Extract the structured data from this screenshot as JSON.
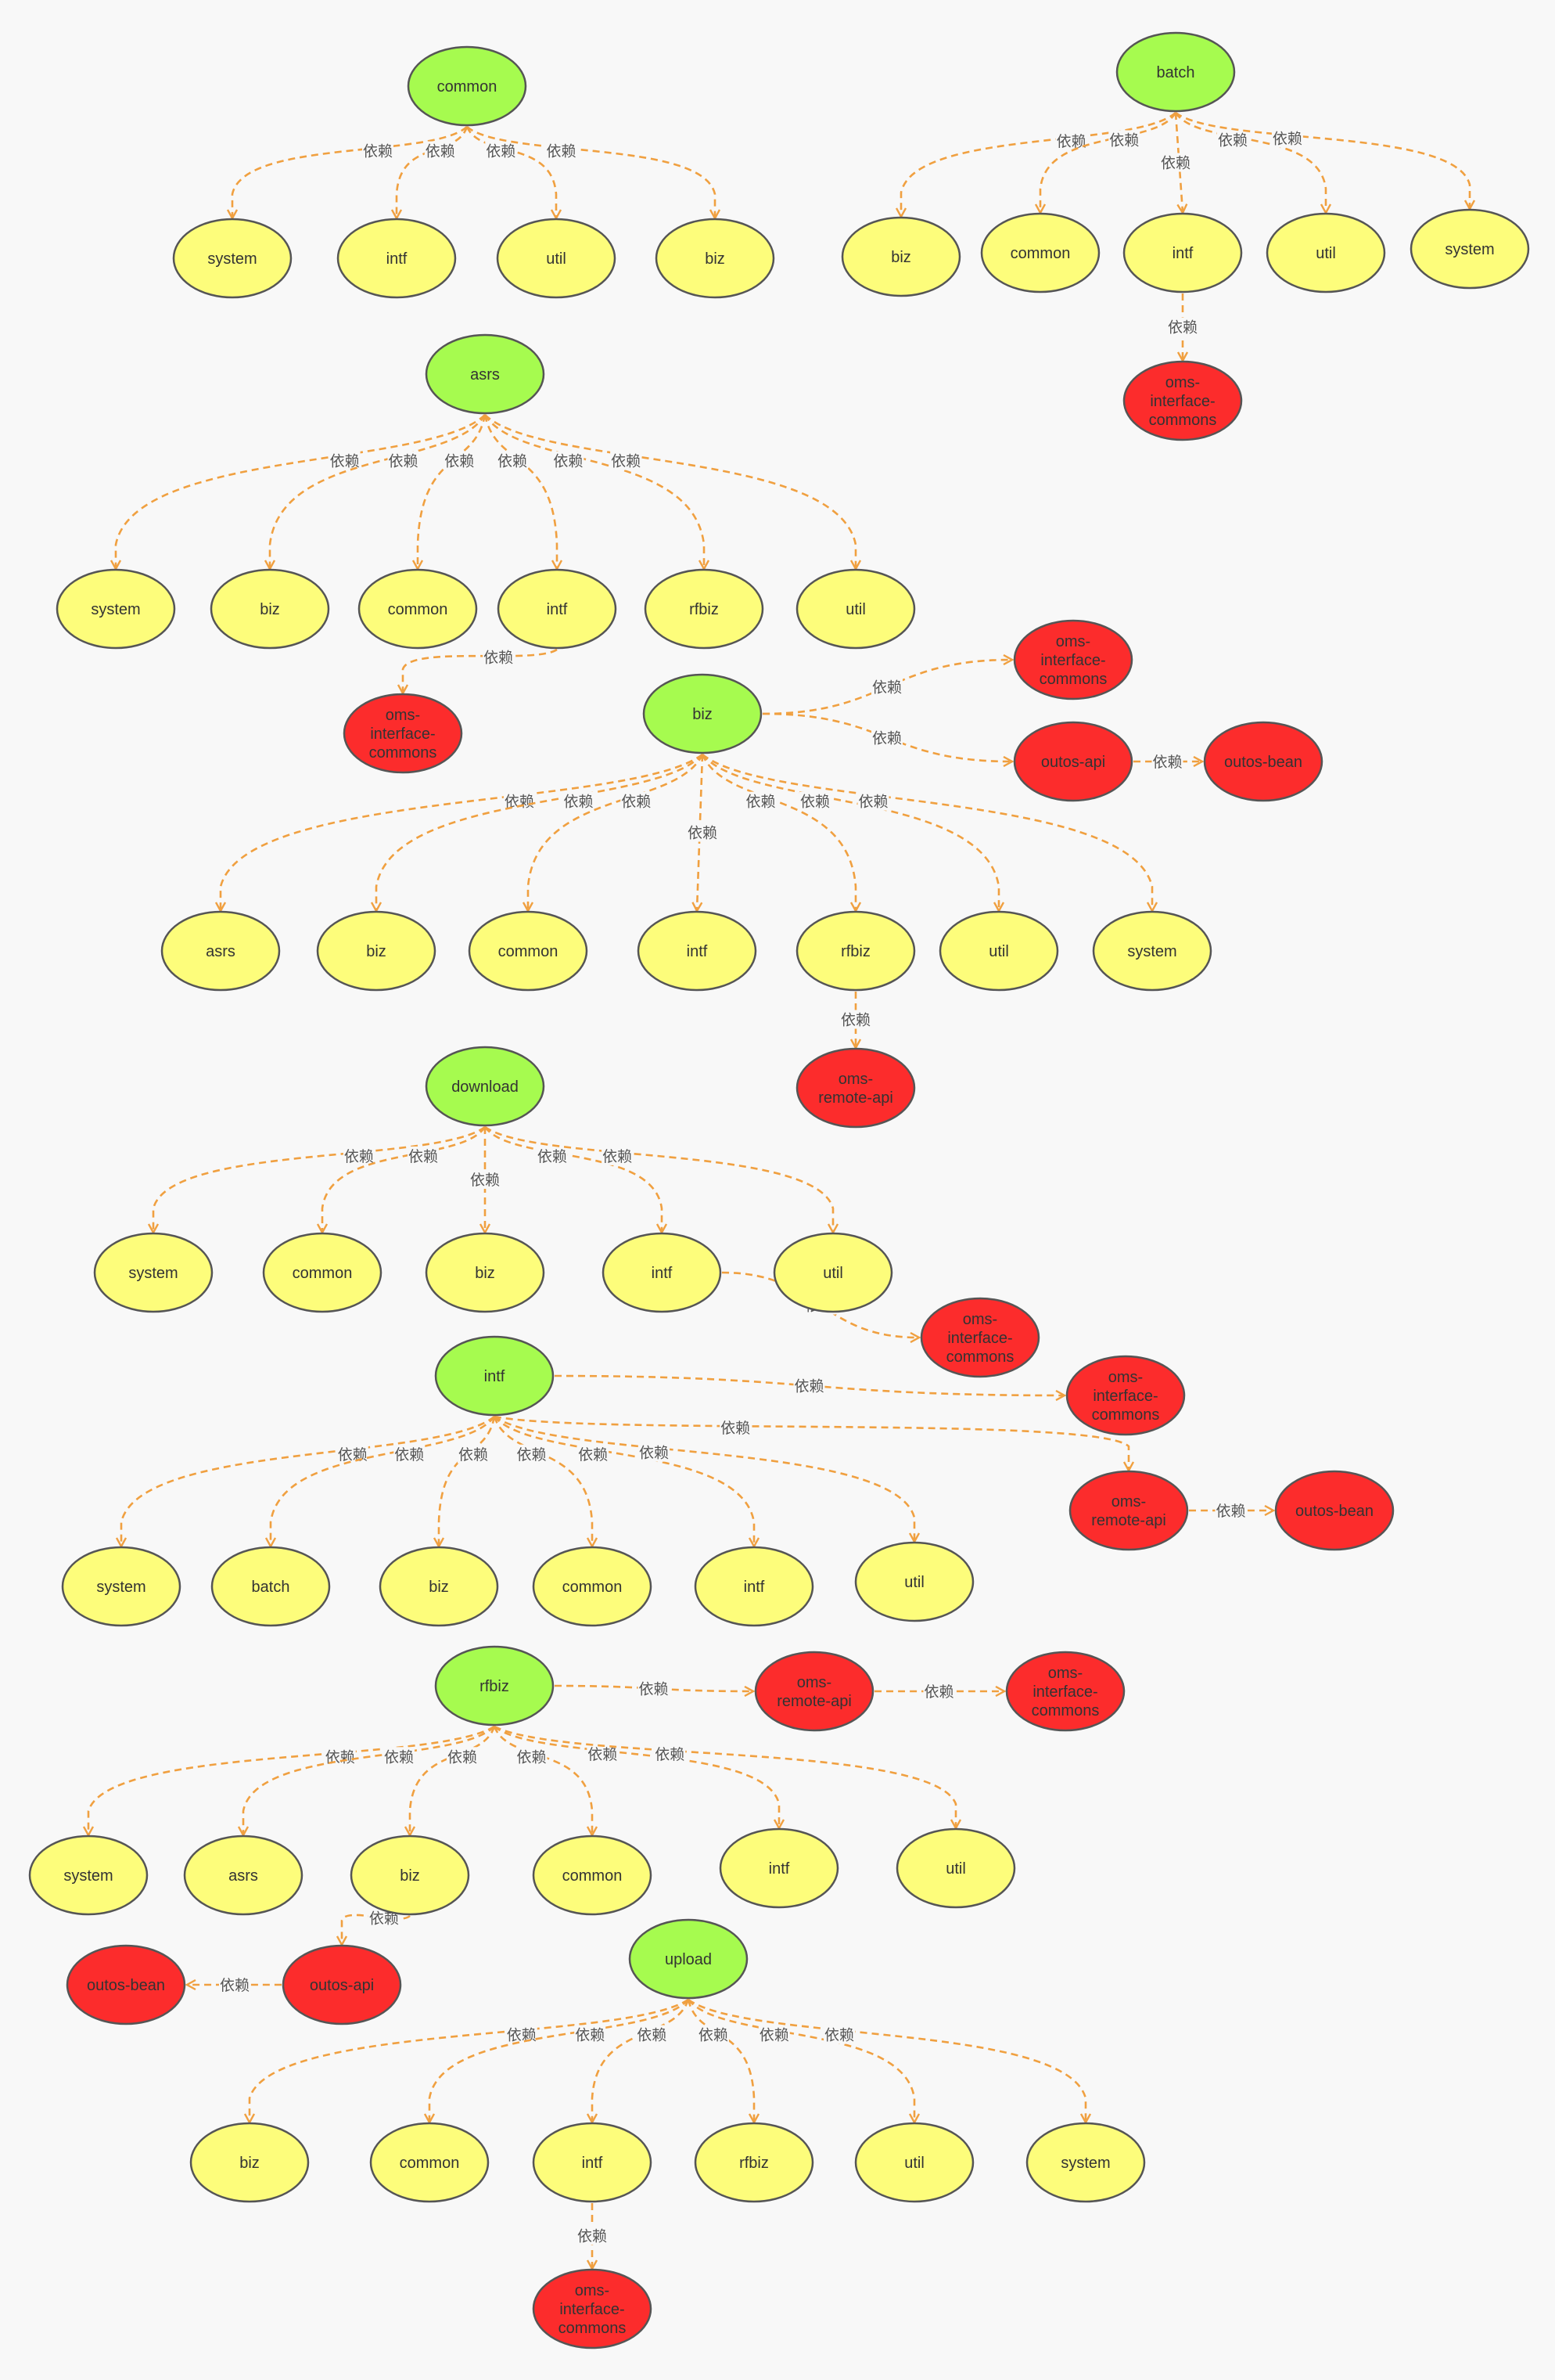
{
  "colors": {
    "root": "#a6fb4f",
    "module": "#fdfd7b",
    "external": "#fc2c2c",
    "edge": "#f0a040",
    "stroke": "#555555"
  },
  "edge_label": "依赖",
  "nodes": [
    {
      "id": "common_root",
      "label": "common",
      "kind": "root"
    },
    {
      "id": "common_system",
      "label": "system",
      "kind": "module"
    },
    {
      "id": "common_intf",
      "label": "intf",
      "kind": "module"
    },
    {
      "id": "common_util",
      "label": "util",
      "kind": "module"
    },
    {
      "id": "common_biz",
      "label": "biz",
      "kind": "module"
    },
    {
      "id": "batch_root",
      "label": "batch",
      "kind": "root"
    },
    {
      "id": "batch_biz",
      "label": "biz",
      "kind": "module"
    },
    {
      "id": "batch_common",
      "label": "common",
      "kind": "module"
    },
    {
      "id": "batch_intf",
      "label": "intf",
      "kind": "module"
    },
    {
      "id": "batch_util",
      "label": "util",
      "kind": "module"
    },
    {
      "id": "batch_system",
      "label": "system",
      "kind": "module"
    },
    {
      "id": "batch_oic",
      "label": "oms-\ninterface-\ncommons",
      "kind": "external"
    },
    {
      "id": "asrs_root",
      "label": "asrs",
      "kind": "root"
    },
    {
      "id": "asrs_system",
      "label": "system",
      "kind": "module"
    },
    {
      "id": "asrs_biz",
      "label": "biz",
      "kind": "module"
    },
    {
      "id": "asrs_common",
      "label": "common",
      "kind": "module"
    },
    {
      "id": "asrs_intf",
      "label": "intf",
      "kind": "module"
    },
    {
      "id": "asrs_rfbiz",
      "label": "rfbiz",
      "kind": "module"
    },
    {
      "id": "asrs_util",
      "label": "util",
      "kind": "module"
    },
    {
      "id": "asrs_oic",
      "label": "oms-\ninterface-\ncommons",
      "kind": "external"
    },
    {
      "id": "biz_root",
      "label": "biz",
      "kind": "root"
    },
    {
      "id": "biz_oic",
      "label": "oms-\ninterface-\ncommons",
      "kind": "external"
    },
    {
      "id": "biz_outosapi",
      "label": "outos-api",
      "kind": "external"
    },
    {
      "id": "biz_outosbean",
      "label": "outos-bean",
      "kind": "external"
    },
    {
      "id": "biz_asrs",
      "label": "asrs",
      "kind": "module"
    },
    {
      "id": "biz_biz",
      "label": "biz",
      "kind": "module"
    },
    {
      "id": "biz_common",
      "label": "common",
      "kind": "module"
    },
    {
      "id": "biz_intf",
      "label": "intf",
      "kind": "module"
    },
    {
      "id": "biz_rfbiz",
      "label": "rfbiz",
      "kind": "module"
    },
    {
      "id": "biz_util",
      "label": "util",
      "kind": "module"
    },
    {
      "id": "biz_system",
      "label": "system",
      "kind": "module"
    },
    {
      "id": "biz_ora",
      "label": "oms-\nremote-api",
      "kind": "external"
    },
    {
      "id": "dl_root",
      "label": "download",
      "kind": "root"
    },
    {
      "id": "dl_system",
      "label": "system",
      "kind": "module"
    },
    {
      "id": "dl_common",
      "label": "common",
      "kind": "module"
    },
    {
      "id": "dl_biz",
      "label": "biz",
      "kind": "module"
    },
    {
      "id": "dl_intf",
      "label": "intf",
      "kind": "module"
    },
    {
      "id": "dl_util",
      "label": "util",
      "kind": "module"
    },
    {
      "id": "dl_oic",
      "label": "oms-\ninterface-\ncommons",
      "kind": "external"
    },
    {
      "id": "intf_root",
      "label": "intf",
      "kind": "root"
    },
    {
      "id": "intf_oic",
      "label": "oms-\ninterface-\ncommons",
      "kind": "external"
    },
    {
      "id": "intf_ora",
      "label": "oms-\nremote-api",
      "kind": "external"
    },
    {
      "id": "intf_outosbean",
      "label": "outos-bean",
      "kind": "external"
    },
    {
      "id": "intf_system",
      "label": "system",
      "kind": "module"
    },
    {
      "id": "intf_batch",
      "label": "batch",
      "kind": "module"
    },
    {
      "id": "intf_biz",
      "label": "biz",
      "kind": "module"
    },
    {
      "id": "intf_common",
      "label": "common",
      "kind": "module"
    },
    {
      "id": "intf_intf",
      "label": "intf",
      "kind": "module"
    },
    {
      "id": "intf_util",
      "label": "util",
      "kind": "module"
    },
    {
      "id": "rf_root",
      "label": "rfbiz",
      "kind": "root"
    },
    {
      "id": "rf_ora",
      "label": "oms-\nremote-api",
      "kind": "external"
    },
    {
      "id": "rf_oic",
      "label": "oms-\ninterface-\ncommons",
      "kind": "external"
    },
    {
      "id": "rf_system",
      "label": "system",
      "kind": "module"
    },
    {
      "id": "rf_asrs",
      "label": "asrs",
      "kind": "module"
    },
    {
      "id": "rf_biz",
      "label": "biz",
      "kind": "module"
    },
    {
      "id": "rf_common",
      "label": "common",
      "kind": "module"
    },
    {
      "id": "rf_intf",
      "label": "intf",
      "kind": "module"
    },
    {
      "id": "rf_util",
      "label": "util",
      "kind": "module"
    },
    {
      "id": "rf_outosapi",
      "label": "outos-api",
      "kind": "external"
    },
    {
      "id": "rf_outosbean",
      "label": "outos-bean",
      "kind": "external"
    },
    {
      "id": "up_root",
      "label": "upload",
      "kind": "root"
    },
    {
      "id": "up_biz",
      "label": "biz",
      "kind": "module"
    },
    {
      "id": "up_common",
      "label": "common",
      "kind": "module"
    },
    {
      "id": "up_intf",
      "label": "intf",
      "kind": "module"
    },
    {
      "id": "up_rfbiz",
      "label": "rfbiz",
      "kind": "module"
    },
    {
      "id": "up_util",
      "label": "util",
      "kind": "module"
    },
    {
      "id": "up_system",
      "label": "system",
      "kind": "module"
    },
    {
      "id": "up_oic",
      "label": "oms-\ninterface-\ncommons",
      "kind": "external"
    }
  ],
  "edges": [
    [
      "common_root",
      "common_system"
    ],
    [
      "common_root",
      "common_intf"
    ],
    [
      "common_root",
      "common_util"
    ],
    [
      "common_root",
      "common_biz"
    ],
    [
      "batch_root",
      "batch_biz"
    ],
    [
      "batch_root",
      "batch_common"
    ],
    [
      "batch_root",
      "batch_intf"
    ],
    [
      "batch_root",
      "batch_util"
    ],
    [
      "batch_root",
      "batch_system"
    ],
    [
      "batch_intf",
      "batch_oic"
    ],
    [
      "asrs_root",
      "asrs_system"
    ],
    [
      "asrs_root",
      "asrs_biz"
    ],
    [
      "asrs_root",
      "asrs_common"
    ],
    [
      "asrs_root",
      "asrs_intf"
    ],
    [
      "asrs_root",
      "asrs_rfbiz"
    ],
    [
      "asrs_root",
      "asrs_util"
    ],
    [
      "asrs_intf",
      "asrs_oic"
    ],
    [
      "biz_root",
      "biz_oic"
    ],
    [
      "biz_root",
      "biz_outosapi"
    ],
    [
      "biz_outosapi",
      "biz_outosbean"
    ],
    [
      "biz_root",
      "biz_asrs"
    ],
    [
      "biz_root",
      "biz_biz"
    ],
    [
      "biz_root",
      "biz_common"
    ],
    [
      "biz_root",
      "biz_intf"
    ],
    [
      "biz_root",
      "biz_rfbiz"
    ],
    [
      "biz_root",
      "biz_util"
    ],
    [
      "biz_root",
      "biz_system"
    ],
    [
      "biz_rfbiz",
      "biz_ora"
    ],
    [
      "dl_root",
      "dl_system"
    ],
    [
      "dl_root",
      "dl_common"
    ],
    [
      "dl_root",
      "dl_biz"
    ],
    [
      "dl_root",
      "dl_intf"
    ],
    [
      "dl_root",
      "dl_util"
    ],
    [
      "dl_intf",
      "dl_oic"
    ],
    [
      "intf_root",
      "intf_oic"
    ],
    [
      "intf_root",
      "intf_ora"
    ],
    [
      "intf_ora",
      "intf_outosbean"
    ],
    [
      "intf_root",
      "intf_system"
    ],
    [
      "intf_root",
      "intf_batch"
    ],
    [
      "intf_root",
      "intf_biz"
    ],
    [
      "intf_root",
      "intf_common"
    ],
    [
      "intf_root",
      "intf_intf"
    ],
    [
      "intf_root",
      "intf_util"
    ],
    [
      "rf_root",
      "rf_ora"
    ],
    [
      "rf_ora",
      "rf_oic"
    ],
    [
      "rf_root",
      "rf_system"
    ],
    [
      "rf_root",
      "rf_asrs"
    ],
    [
      "rf_root",
      "rf_biz"
    ],
    [
      "rf_root",
      "rf_common"
    ],
    [
      "rf_root",
      "rf_intf"
    ],
    [
      "rf_root",
      "rf_util"
    ],
    [
      "rf_biz",
      "rf_outosapi"
    ],
    [
      "rf_outosapi",
      "rf_outosbean"
    ],
    [
      "up_root",
      "up_biz"
    ],
    [
      "up_root",
      "up_common"
    ],
    [
      "up_root",
      "up_intf"
    ],
    [
      "up_root",
      "up_rfbiz"
    ],
    [
      "up_root",
      "up_util"
    ],
    [
      "up_root",
      "up_system"
    ],
    [
      "up_intf",
      "up_oic"
    ]
  ]
}
